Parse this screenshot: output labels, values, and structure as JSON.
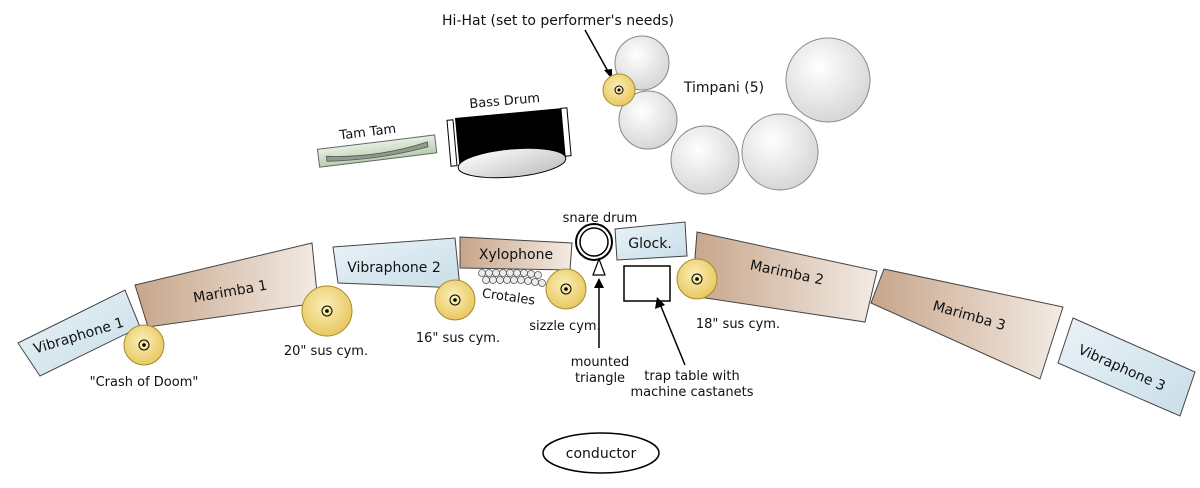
{
  "labels": {
    "hihat": "Hi-Hat (set to performer's needs)",
    "timpani": "Timpani (5)",
    "bass_drum": "Bass Drum",
    "tam_tam": "Tam Tam",
    "snare_drum": "snare drum",
    "xylophone": "Xylophone",
    "glock": "Glock.",
    "crotales": "Crotales",
    "vibraphone1": "Vibraphone 1",
    "marimba1": "Marimba 1",
    "vibraphone2": "Vibraphone 2",
    "marimba2": "Marimba 2",
    "marimba3": "Marimba 3",
    "vibraphone3": "Vibraphone 3",
    "crash_of_doom": "\"Crash of Doom\"",
    "sus_cym_20": "20\" sus cym.",
    "sus_cym_16": "16\" sus cym.",
    "sizzle_cym": "sizzle cym.",
    "sus_cym_18": "18\" sus cym.",
    "mounted_triangle_line1": "mounted",
    "mounted_triangle_line2": "triangle",
    "trap_table_line1": "trap table with",
    "trap_table_line2": "machine castanets",
    "conductor": "conductor"
  },
  "colors": {
    "background": "#000000",
    "stage_floor": "#ffffff",
    "vibraphone_fill": "#dbeaf2",
    "marimba_fill": "#d8bda6",
    "cymbal_fill": "#f0d47a",
    "timpani_fill": "#e8e8e8"
  }
}
